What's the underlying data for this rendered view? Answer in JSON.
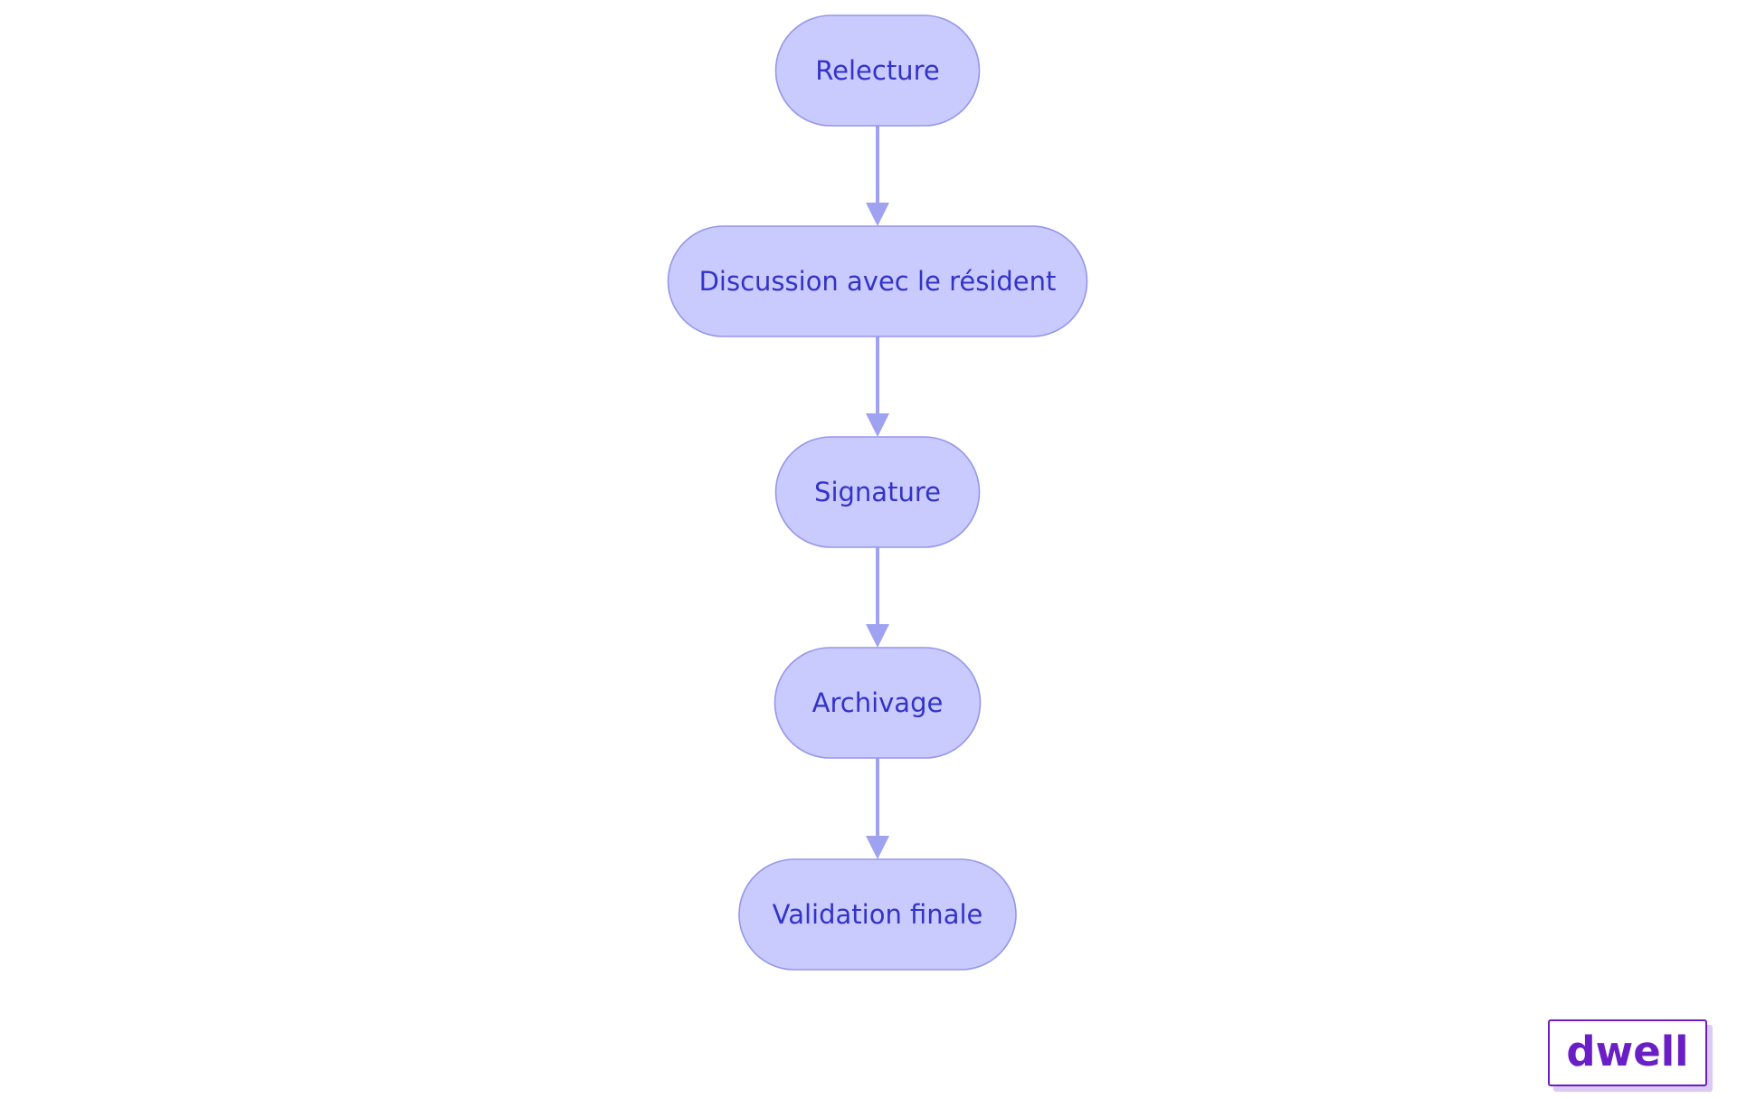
{
  "diagram": {
    "type": "flowchart",
    "direction": "top-to-bottom",
    "nodes": [
      {
        "id": "n1",
        "label": "Relecture"
      },
      {
        "id": "n2",
        "label": "Discussion avec le résident"
      },
      {
        "id": "n3",
        "label": "Signature"
      },
      {
        "id": "n4",
        "label": "Archivage"
      },
      {
        "id": "n5",
        "label": "Validation finale"
      }
    ],
    "edges": [
      {
        "from": "n1",
        "to": "n2"
      },
      {
        "from": "n2",
        "to": "n3"
      },
      {
        "from": "n3",
        "to": "n4"
      },
      {
        "from": "n4",
        "to": "n5"
      }
    ],
    "colors": {
      "node_fill": "#c9cbff",
      "node_stroke": "#9596ec",
      "node_text": "#3333c7",
      "edge": "#9ea2f0"
    }
  },
  "logo": {
    "text": "dwell",
    "color": "#6a1fc6"
  }
}
